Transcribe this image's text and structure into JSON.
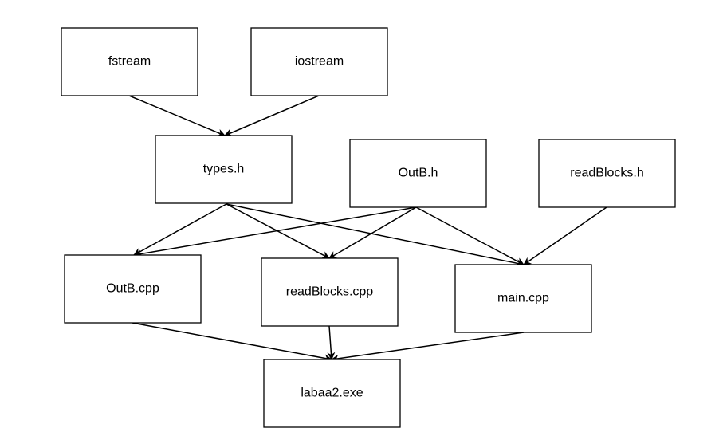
{
  "nodes": {
    "fstream": "fstream",
    "iostream": "iostream",
    "types_h": "types.h",
    "outb_h": "OutB.h",
    "readblocks_h": "readBlocks.h",
    "outb_cpp": "OutB.cpp",
    "readblocks_cpp": "readBlocks.cpp",
    "main_cpp": "main.cpp",
    "labaa2_exe": "labaa2.exe"
  },
  "edges": [
    {
      "from": "fstream",
      "to": "types_h"
    },
    {
      "from": "iostream",
      "to": "types_h"
    },
    {
      "from": "types_h",
      "to": "outb_cpp"
    },
    {
      "from": "types_h",
      "to": "readblocks_cpp"
    },
    {
      "from": "types_h",
      "to": "main_cpp"
    },
    {
      "from": "outb_h",
      "to": "outb_cpp"
    },
    {
      "from": "outb_h",
      "to": "readblocks_cpp"
    },
    {
      "from": "outb_h",
      "to": "main_cpp"
    },
    {
      "from": "readblocks_h",
      "to": "main_cpp"
    },
    {
      "from": "outb_cpp",
      "to": "labaa2_exe"
    },
    {
      "from": "readblocks_cpp",
      "to": "labaa2_exe"
    },
    {
      "from": "main_cpp",
      "to": "labaa2_exe"
    }
  ],
  "colors": {
    "stroke": "#000000",
    "fill": "#ffffff",
    "text": "#000000"
  }
}
